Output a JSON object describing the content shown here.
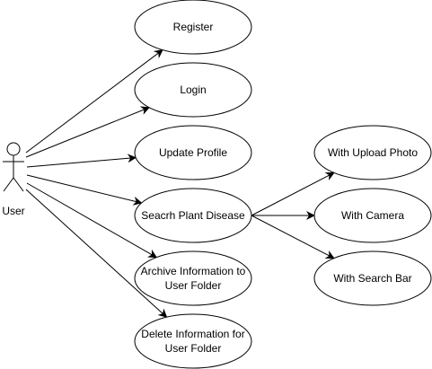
{
  "diagram": {
    "type": "use-case",
    "actor": {
      "id": "user",
      "label": "User"
    },
    "use_cases": [
      {
        "id": "register",
        "lines": [
          "Register"
        ]
      },
      {
        "id": "login",
        "lines": [
          "Login"
        ]
      },
      {
        "id": "update-profile",
        "lines": [
          "Update Profile"
        ]
      },
      {
        "id": "search-plant-disease",
        "lines": [
          "Seacrh Plant Disease"
        ]
      },
      {
        "id": "archive-information",
        "lines": [
          "Archive Information to",
          "User Folder"
        ]
      },
      {
        "id": "delete-information",
        "lines": [
          "Delete Information for",
          "User Folder"
        ]
      },
      {
        "id": "with-upload-photo",
        "lines": [
          "With Upload Photo"
        ]
      },
      {
        "id": "with-camera",
        "lines": [
          "With Camera"
        ]
      },
      {
        "id": "with-search-bar",
        "lines": [
          "With Search Bar"
        ]
      }
    ],
    "edges": [
      {
        "from": "user",
        "to": "register"
      },
      {
        "from": "user",
        "to": "login"
      },
      {
        "from": "user",
        "to": "update-profile"
      },
      {
        "from": "user",
        "to": "search-plant-disease"
      },
      {
        "from": "user",
        "to": "archive-information"
      },
      {
        "from": "user",
        "to": "delete-information"
      },
      {
        "from": "search-plant-disease",
        "to": "with-upload-photo"
      },
      {
        "from": "search-plant-disease",
        "to": "with-camera"
      },
      {
        "from": "search-plant-disease",
        "to": "with-search-bar"
      }
    ],
    "colors": {
      "stroke": "#000000",
      "fill": "#ffffff",
      "text": "#000000"
    }
  }
}
